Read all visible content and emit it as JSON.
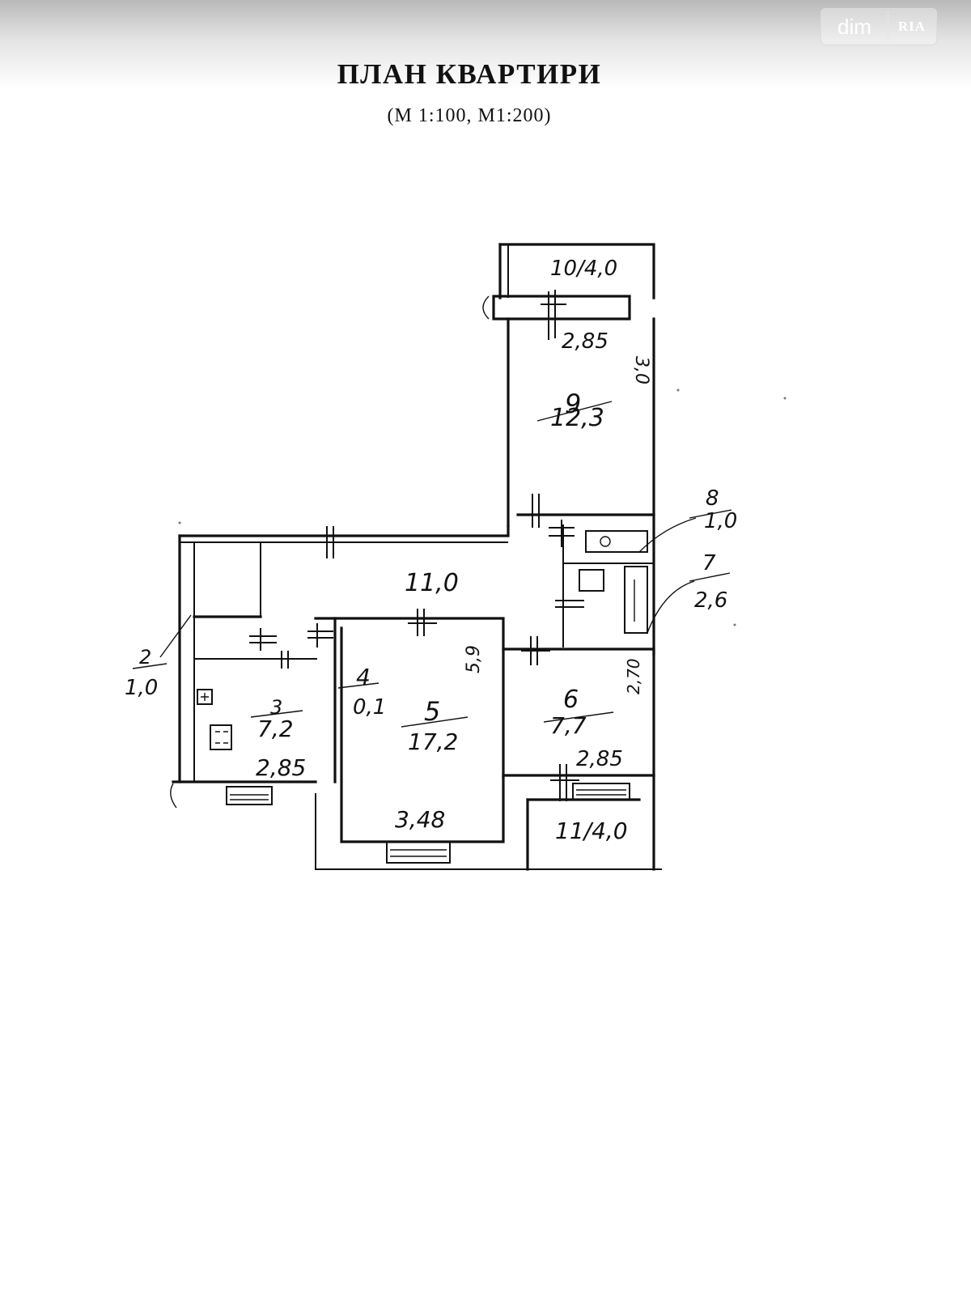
{
  "title": "ПЛАН КВАРТИРИ",
  "subtitle": "(М 1:100, М1:200)",
  "watermark": {
    "left": "dim",
    "right": "RIA"
  },
  "rooms": {
    "r10": {
      "label": "10/4,0",
      "dim": "2,85"
    },
    "r9": {
      "number": "9",
      "area": "12,3",
      "height": "3,0"
    },
    "r8": {
      "number": "8",
      "area": "1,0"
    },
    "r7": {
      "number": "7",
      "area": "2,6"
    },
    "r1": {
      "area": "11,0"
    },
    "r2": {
      "number": "2",
      "area": "1,0"
    },
    "r3": {
      "number": "3",
      "area": "7,2",
      "dim": "2,85"
    },
    "r4": {
      "number": "4",
      "area": "0,1"
    },
    "r5": {
      "number": "5",
      "area": "17,2",
      "dim": "3,48",
      "height": "5,9"
    },
    "r6": {
      "number": "6",
      "area": "7,7",
      "dim": "2,85",
      "height": "2,70"
    },
    "r11": {
      "label": "11/4,0"
    }
  }
}
